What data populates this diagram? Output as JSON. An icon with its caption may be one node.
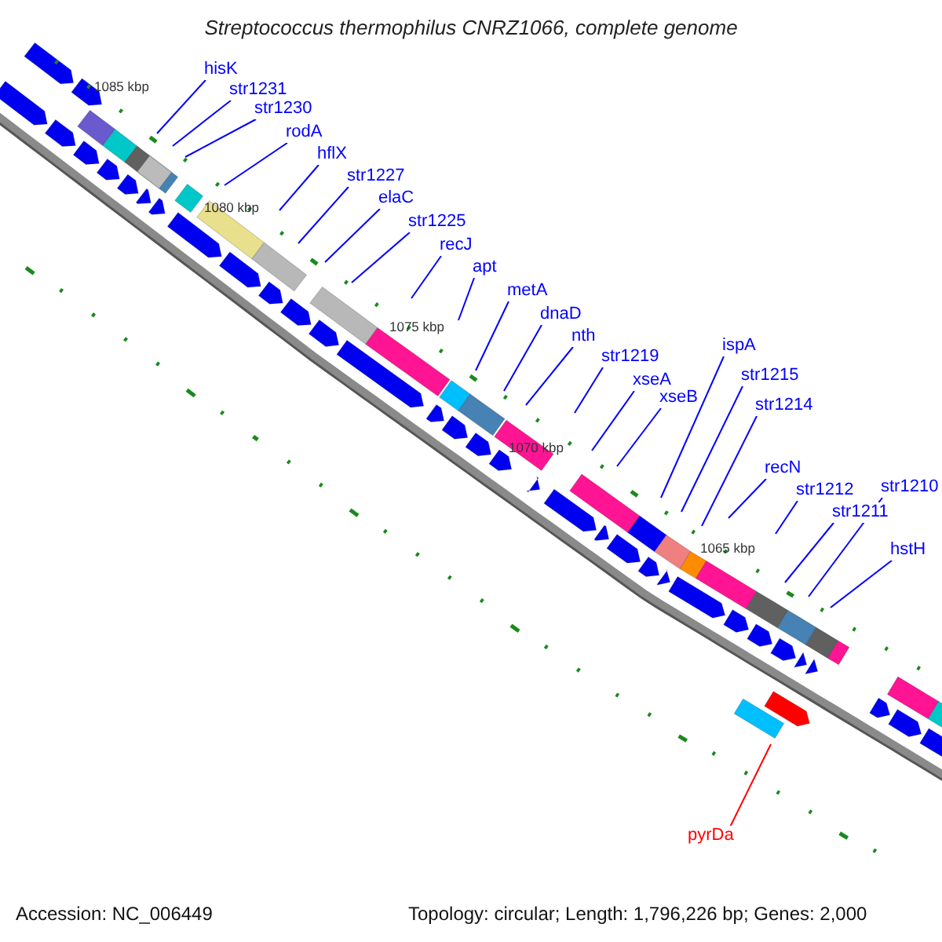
{
  "diagram": {
    "title": "Streptococcus thermophilus CNRZ1066, complete genome",
    "nodes": [
      {
        "text": [
          "hisK"
        ]
      },
      {
        "text": [
          "str1231"
        ]
      },
      {
        "text": [
          "str1230"
        ]
      },
      {
        "text": [
          "rodA"
        ]
      },
      {
        "text": [
          "hflX"
        ]
      },
      {
        "text": [
          "str1227"
        ]
      },
      {
        "text": [
          "elaC"
        ]
      },
      {
        "text": [
          "str1225"
        ]
      },
      {
        "text": [
          "recJ"
        ]
      },
      {
        "text": [
          "apt"
        ]
      },
      {
        "text": [
          "metA"
        ]
      },
      {
        "text": [
          "dnaD"
        ]
      },
      {
        "text": [
          "nth"
        ]
      },
      {
        "text": [
          "str1219"
        ]
      },
      {
        "text": [
          "xseA"
        ]
      },
      {
        "text": [
          "xseB"
        ]
      },
      {
        "text": [
          "ispA"
        ]
      },
      {
        "text": [
          "str1215"
        ]
      },
      {
        "text": [
          "str1214"
        ]
      },
      {
        "text": [
          "recN"
        ]
      },
      {
        "text": [
          "str1212"
        ]
      },
      {
        "text": [
          "str1211"
        ]
      },
      {
        "text": [
          "str1210"
        ]
      },
      {
        "text": [
          "hstH"
        ]
      },
      {
        "text": [
          "pyrDa"
        ]
      }
    ],
    "edges": [
      {
        "from": 0,
        "to": null,
        "arrow": "none"
      },
      {
        "from": 1,
        "to": null,
        "arrow": "none"
      },
      {
        "from": 2,
        "to": null,
        "arrow": "none"
      },
      {
        "from": 3,
        "to": null,
        "arrow": "none"
      },
      {
        "from": 4,
        "to": null,
        "arrow": "none"
      },
      {
        "from": 5,
        "to": null,
        "arrow": "none"
      },
      {
        "from": 6,
        "to": null,
        "arrow": "none"
      },
      {
        "from": 7,
        "to": null,
        "arrow": "none"
      },
      {
        "from": 8,
        "to": null,
        "arrow": "none"
      },
      {
        "from": 9,
        "to": null,
        "arrow": "none"
      },
      {
        "from": 10,
        "to": null,
        "arrow": "none"
      },
      {
        "from": 11,
        "to": null,
        "arrow": "none"
      },
      {
        "from": 12,
        "to": null,
        "arrow": "none"
      },
      {
        "from": 13,
        "to": null,
        "arrow": "none"
      },
      {
        "from": 14,
        "to": null,
        "arrow": "none"
      },
      {
        "from": 15,
        "to": null,
        "arrow": "none"
      },
      {
        "from": 16,
        "to": null,
        "arrow": "none"
      },
      {
        "from": 17,
        "to": null,
        "arrow": "none"
      },
      {
        "from": 18,
        "to": null,
        "arrow": "none"
      },
      {
        "from": 19,
        "to": null,
        "arrow": "none"
      },
      {
        "from": 20,
        "to": null,
        "arrow": "none"
      },
      {
        "from": 21,
        "to": null,
        "arrow": "none"
      },
      {
        "from": 22,
        "to": null,
        "arrow": "none"
      },
      {
        "from": 23,
        "to": null,
        "arrow": "none"
      },
      {
        "from": 24,
        "to": null,
        "arrow": "none",
        "color": "#ff0000"
      }
    ],
    "labels": [
      "1085 kbp",
      "1080 kbp",
      "1075 kbp",
      "1070 kbp",
      "1065 kbp",
      "Accession: NC_006449",
      "Topology: circular; Length: 1,796,226 bp; Genes: 2,000"
    ]
  }
}
